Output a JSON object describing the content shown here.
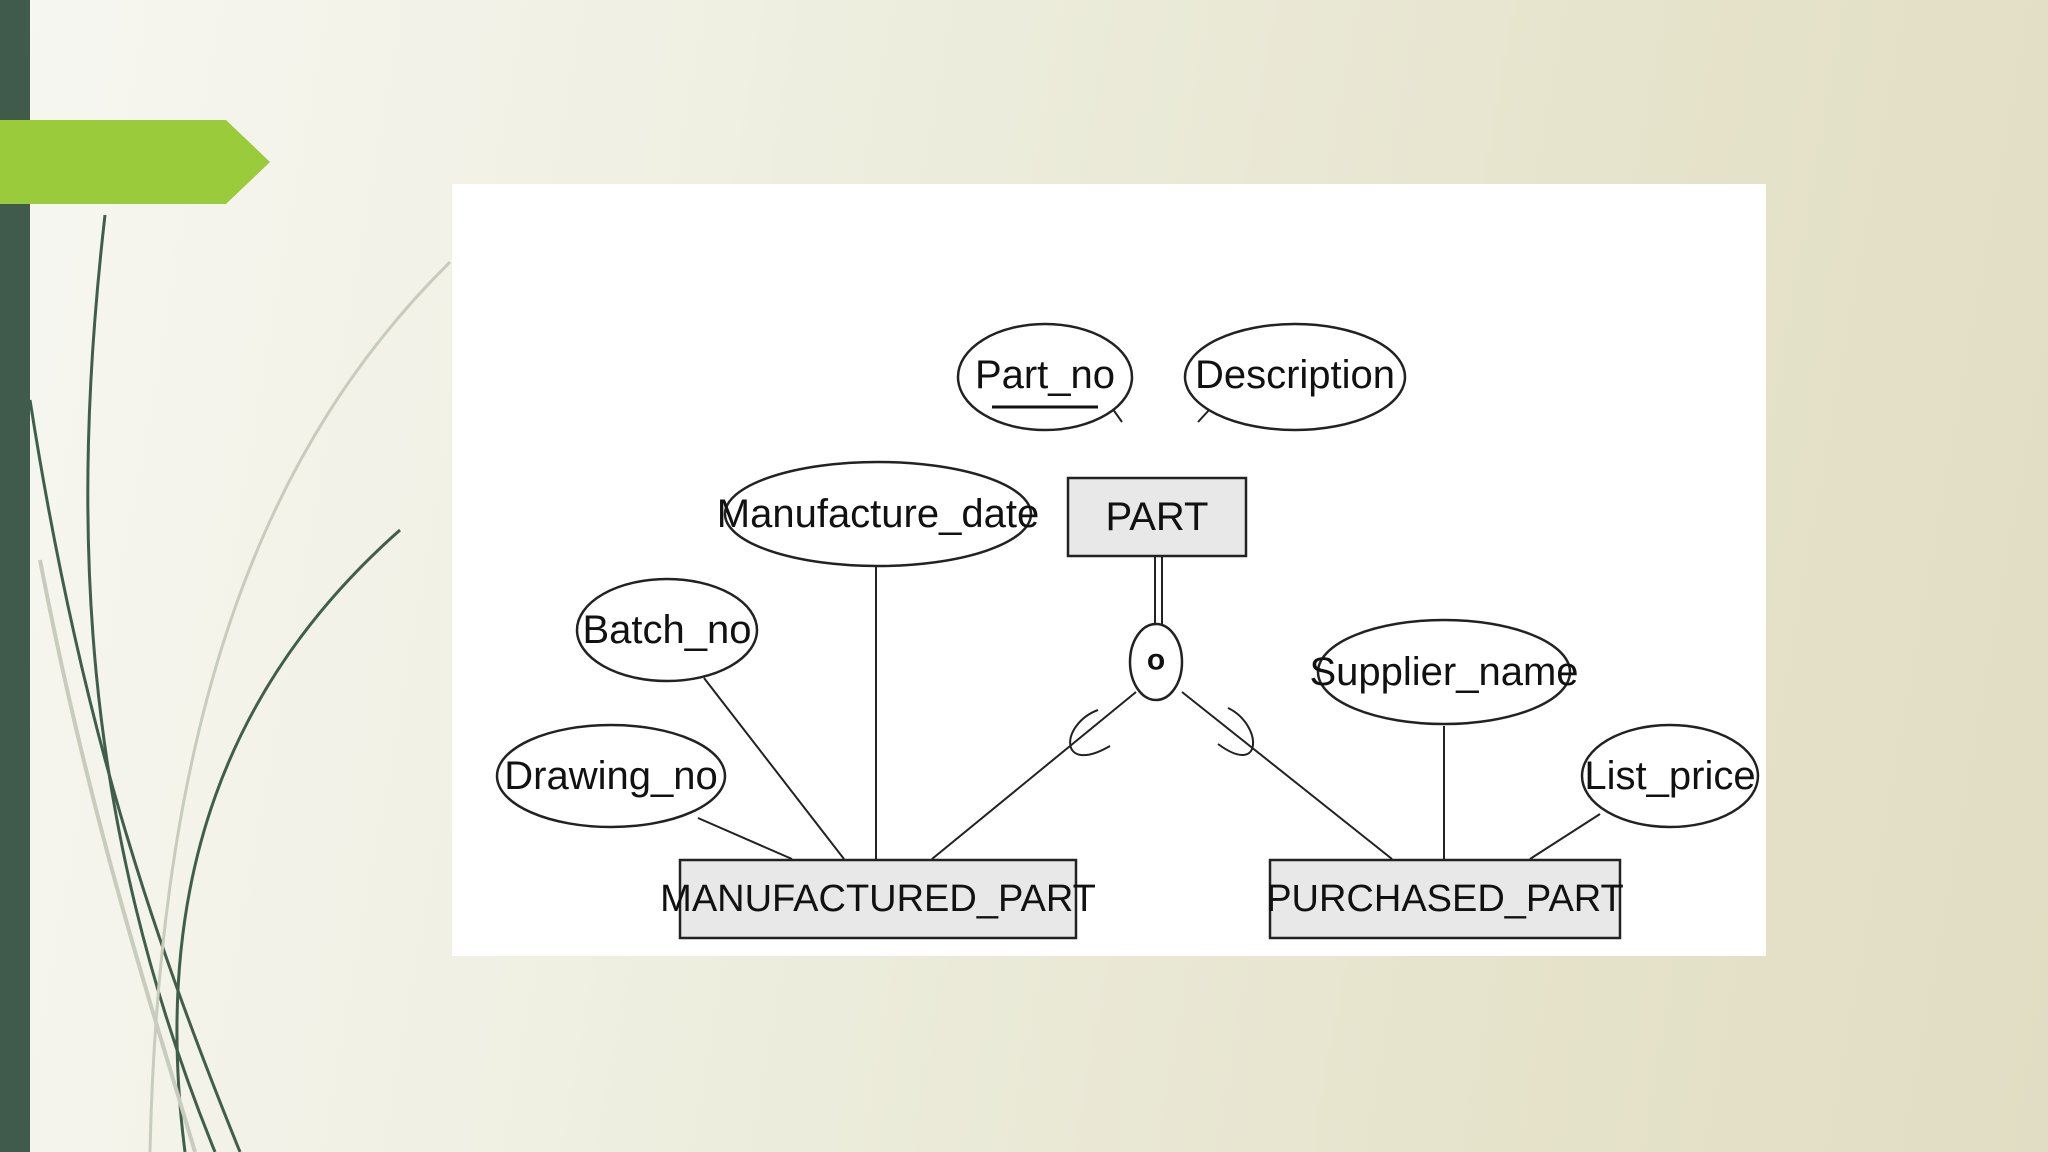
{
  "diagram": {
    "entities": {
      "part": "PART",
      "manufactured_part": "MANUFACTURED_PART",
      "purchased_part": "PURCHASED_PART"
    },
    "attributes": {
      "part_no": "Part_no",
      "description": "Description",
      "manufacture_date": "Manufacture_date",
      "batch_no": "Batch_no",
      "drawing_no": "Drawing_no",
      "supplier_name": "Supplier_name",
      "list_price": "List_price"
    },
    "specialization_symbol": "o",
    "key_attribute": "Part_no",
    "colors": {
      "entity_fill": "#e8e8e8",
      "accent_green": "#9acb3b",
      "side_bar": "#405a4c"
    }
  }
}
